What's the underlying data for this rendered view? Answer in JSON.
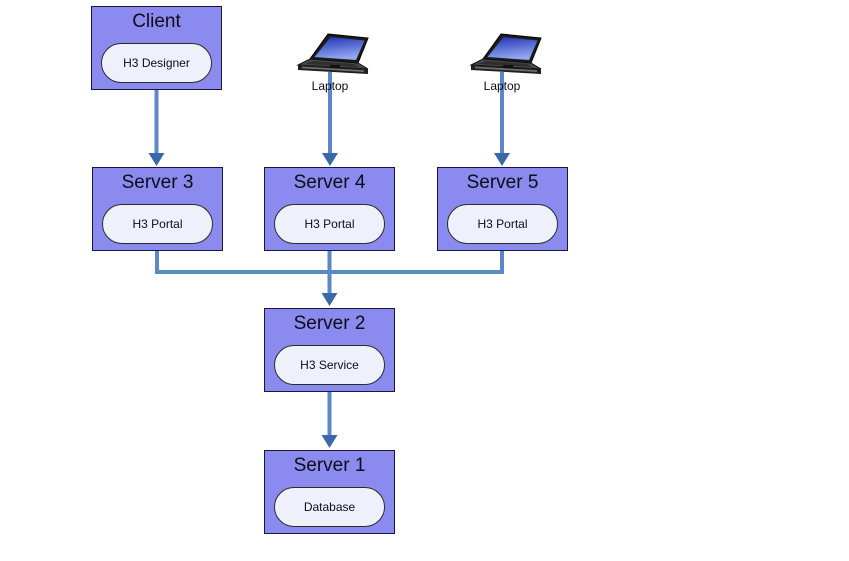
{
  "nodes": {
    "client": {
      "title": "Client",
      "component": "H3 Designer"
    },
    "server3": {
      "title": "Server 3",
      "component": "H3 Portal"
    },
    "server4": {
      "title": "Server 4",
      "component": "H3 Portal"
    },
    "server5": {
      "title": "Server 5",
      "component": "H3 Portal"
    },
    "server2": {
      "title": "Server 2",
      "component": "H3 Service"
    },
    "server1": {
      "title": "Server 1",
      "component": "Database"
    }
  },
  "laptops": {
    "laptop1": {
      "label": "Laptop"
    },
    "laptop2": {
      "label": "Laptop"
    }
  },
  "colors": {
    "background": "#ffffff",
    "node_fill": "#8a8aef",
    "node_border": "#17173f",
    "oval_fill": "#eef1fb",
    "oval_border": "#2b2b2b",
    "text": "#0d0d1a",
    "connector": "#5c88c6",
    "arrowhead": "#3a68a8",
    "laptop_screen_dark": "#1c2eb0",
    "laptop_screen_light": "#93a8f2",
    "laptop_body": "#3f3f3f"
  }
}
